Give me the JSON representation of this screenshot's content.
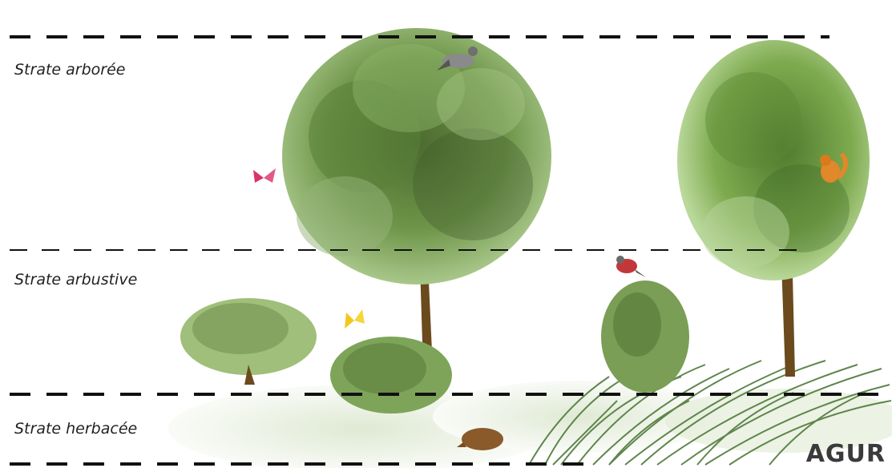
{
  "strata": [
    {
      "id": "arboree",
      "label": "Strate arborée"
    },
    {
      "id": "arbustive",
      "label": "Strate arbustive"
    },
    {
      "id": "herbacee",
      "label": "Strate herbacée"
    }
  ],
  "logo": "AGUR",
  "colors": {
    "divider": "#111111",
    "foliage_dark": "#3f5a2a",
    "foliage_mid": "#6f9a44",
    "foliage_light": "#a9c98a",
    "trunk": "#6b4a1e",
    "grass": "#4f7a3a"
  },
  "icons": [
    "pigeon-icon",
    "butterfly-pink-icon",
    "butterfly-yellow-icon",
    "squirrel-icon",
    "robin-icon",
    "hedgehog-icon"
  ]
}
